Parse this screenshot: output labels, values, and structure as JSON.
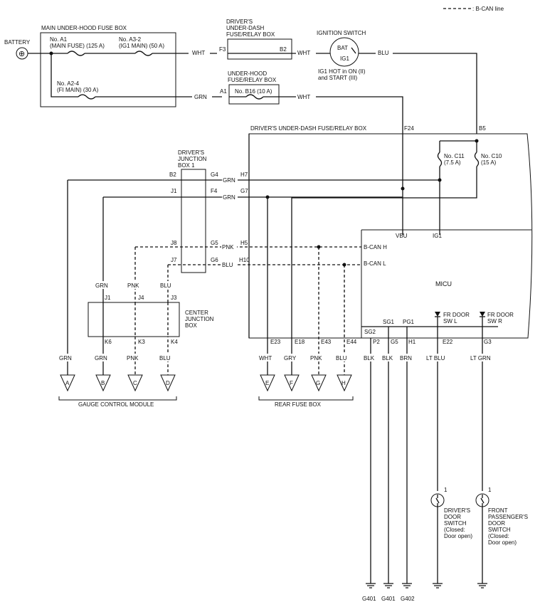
{
  "legend": {
    "bcan_line": ": B-CAN line"
  },
  "battery": {
    "label": "BATTERY",
    "symbol": "⊕"
  },
  "main_fuse_box": {
    "title": "MAIN UNDER-HOOD FUSE BOX",
    "a1_line1": "No. A1",
    "a1_line2": "(MAIN FUSE) (125 A)",
    "a3_line1": "No. A3-2",
    "a3_line2": "(IG1 MAIN) (50 A)",
    "a2_line1": "No. A2-4",
    "a2_line2": "(FI MAIN) (30 A)"
  },
  "driver_relay_box": {
    "line1": "DRIVER'S",
    "line2": "UNDER-DASH",
    "line3": "FUSE/RELAY BOX",
    "pin_in": "F3",
    "pin_out": "B2"
  },
  "underhood_relay_box": {
    "line1": "UNDER-HOOD",
    "line2": "FUSE/RELAY BOX",
    "fuse": "No. B16 (10 A)",
    "pin_in": "A1"
  },
  "ignition_switch": {
    "title": "IGNITION SWITCH",
    "bat": "BAT",
    "ig1": "IG1",
    "note1": "IG1 HOT in ON (II)",
    "note2": "and START (III)"
  },
  "wire_colors": {
    "wht": "WHT",
    "grn": "GRN",
    "blu": "BLU",
    "pnk": "PNK",
    "gry": "GRY",
    "blk": "BLK",
    "brn": "BRN",
    "lt_blu": "LT BLU",
    "lt_grn": "LT GRN"
  },
  "big_box": {
    "title": "DRIVER'S UNDER-DASH FUSE/RELAY BOX",
    "f24": "F24",
    "b5": "B5",
    "c11_line1": "No. C11",
    "c11_line2": "(7.5 A)",
    "c10_line1": "No. C10",
    "c10_line2": "(15 A)",
    "h7": "H7",
    "g7": "G7",
    "h5": "H5",
    "h10": "H10",
    "e23": "E23",
    "e18": "E18",
    "e43": "E43",
    "e44": "E44"
  },
  "junction_box_1": {
    "line1": "DRIVER'S",
    "line2": "JUNCTION",
    "line3": "BOX 1",
    "b2": "B2",
    "g4": "G4",
    "j1": "J1",
    "f4": "F4",
    "j8": "J8",
    "g5": "G5",
    "j7": "J7",
    "g6": "G6"
  },
  "micu": {
    "name": "MICU",
    "vbu": "VBU",
    "ig1": "IG1",
    "bcan_h": "B-CAN H",
    "bcan_l": "B-CAN L",
    "sg1": "SG1",
    "pg1": "PG1",
    "sg2": "SG2",
    "p2": "P2",
    "g5": "G5",
    "h1": "H1",
    "e22": "E22",
    "g3": "G3",
    "frl_line1": "FR DOOR",
    "frl_line2": "SW L",
    "frr_line1": "FR DOOR",
    "frr_line2": "SW R"
  },
  "center_junction_box": {
    "line1": "CENTER",
    "line2": "JUNCTION",
    "line3": "BOX",
    "j1": "J1",
    "j4": "J4",
    "j3": "J3",
    "k6": "K6",
    "k3": "K3",
    "k4": "K4"
  },
  "connectors": {
    "a": "A",
    "b": "B",
    "c": "C",
    "d": "D",
    "e": "E",
    "f": "F",
    "g": "G",
    "h": "H"
  },
  "gauge_module": {
    "label": "GAUGE CONTROL MODULE"
  },
  "rear_fuse_box": {
    "label": "REAR FUSE BOX"
  },
  "door_switch_driver": {
    "pin": "1",
    "line1": "DRIVER'S",
    "line2": "DOOR",
    "line3": "SWITCH",
    "line4": "(Closed:",
    "line5": "Door open)"
  },
  "door_switch_pass": {
    "pin": "1",
    "line1": "FRONT",
    "line2": "PASSENGER'S",
    "line3": "DOOR",
    "line4": "SWITCH",
    "line5": "(Closed:",
    "line6": "Door open)"
  },
  "grounds": {
    "g401a": "G401",
    "g401b": "G401",
    "g402": "G402"
  }
}
